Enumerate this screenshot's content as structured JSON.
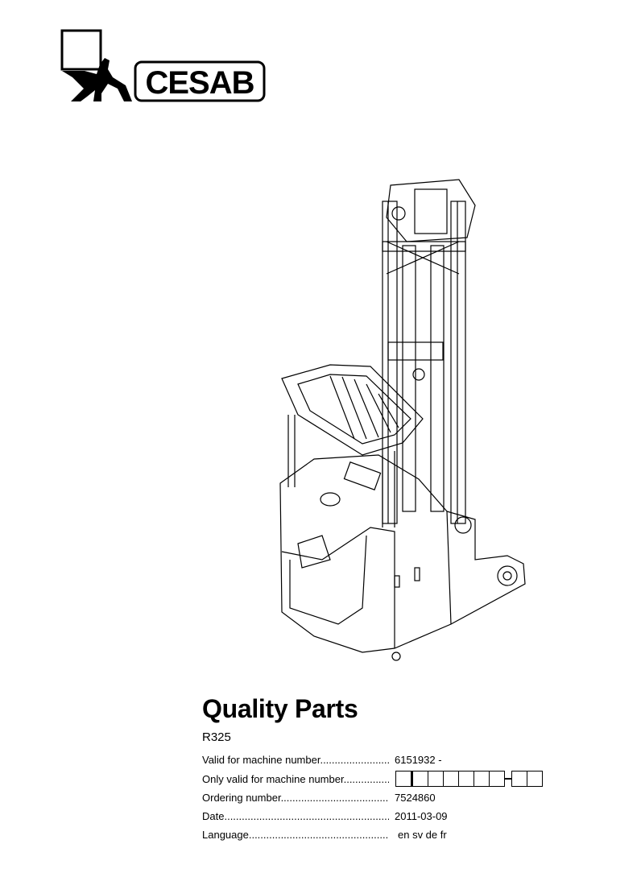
{
  "logo": {
    "brand": "CESAB"
  },
  "document": {
    "title": "Quality Parts",
    "model": "R325",
    "fields": [
      {
        "label": "Valid for machine number",
        "value": "6151932 -"
      },
      {
        "label": "Only valid for machine number",
        "value": "",
        "boxes_before_dash": 7,
        "boxes_after_dash": 2
      },
      {
        "label": "Ordering number",
        "value": "7524860"
      },
      {
        "label": "Date",
        "value": "2011-03-09"
      },
      {
        "label": "Language",
        "value": "en sv de fr"
      }
    ]
  }
}
